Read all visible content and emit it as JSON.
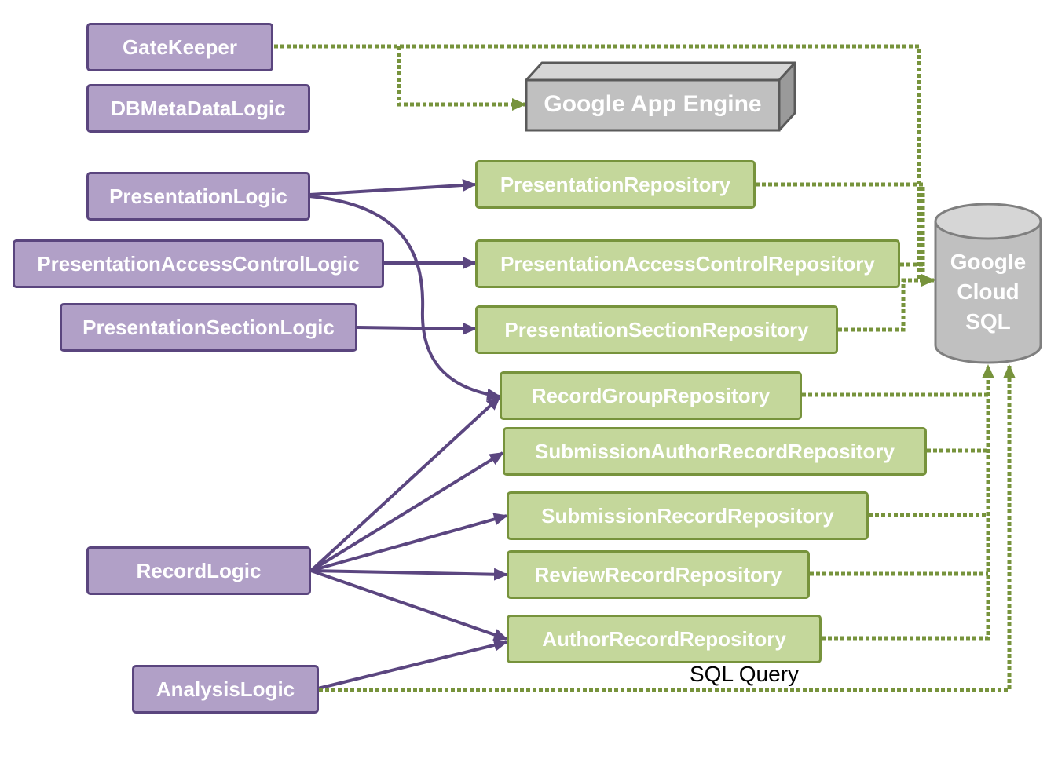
{
  "logic": {
    "gatekeeper": "GateKeeper",
    "db_meta_data": "DBMetaDataLogic",
    "presentation": "PresentationLogic",
    "presentation_access_control": "PresentationAccessControlLogic",
    "presentation_section": "PresentationSectionLogic",
    "record": "RecordLogic",
    "analysis": "AnalysisLogic"
  },
  "repositories": {
    "presentation": "PresentationRepository",
    "presentation_access_control": "PresentationAccessControlRepository",
    "presentation_section": "PresentationSectionRepository",
    "record_group": "RecordGroupRepository",
    "submission_author_record": "SubmissionAuthorRecordRepository",
    "submission_record": "SubmissionRecordRepository",
    "review_record": "ReviewRecordRepository",
    "author_record": "AuthorRecordRepository"
  },
  "app_engine": {
    "label": "Google App Engine"
  },
  "cloud_sql": {
    "lines": [
      "Google",
      "Cloud",
      "SQL"
    ]
  },
  "caption": "SQL Query",
  "colors": {
    "logic_fill": "#b1a0c7",
    "logic_border": "#5a457e",
    "repo_fill": "#c4d79b",
    "repo_border": "#77933c",
    "logic_arrow": "#5b4680",
    "sql_arrow": "#77933c",
    "engine_fill": "#c0c0c0",
    "engine_border": "#5a5a5a"
  }
}
